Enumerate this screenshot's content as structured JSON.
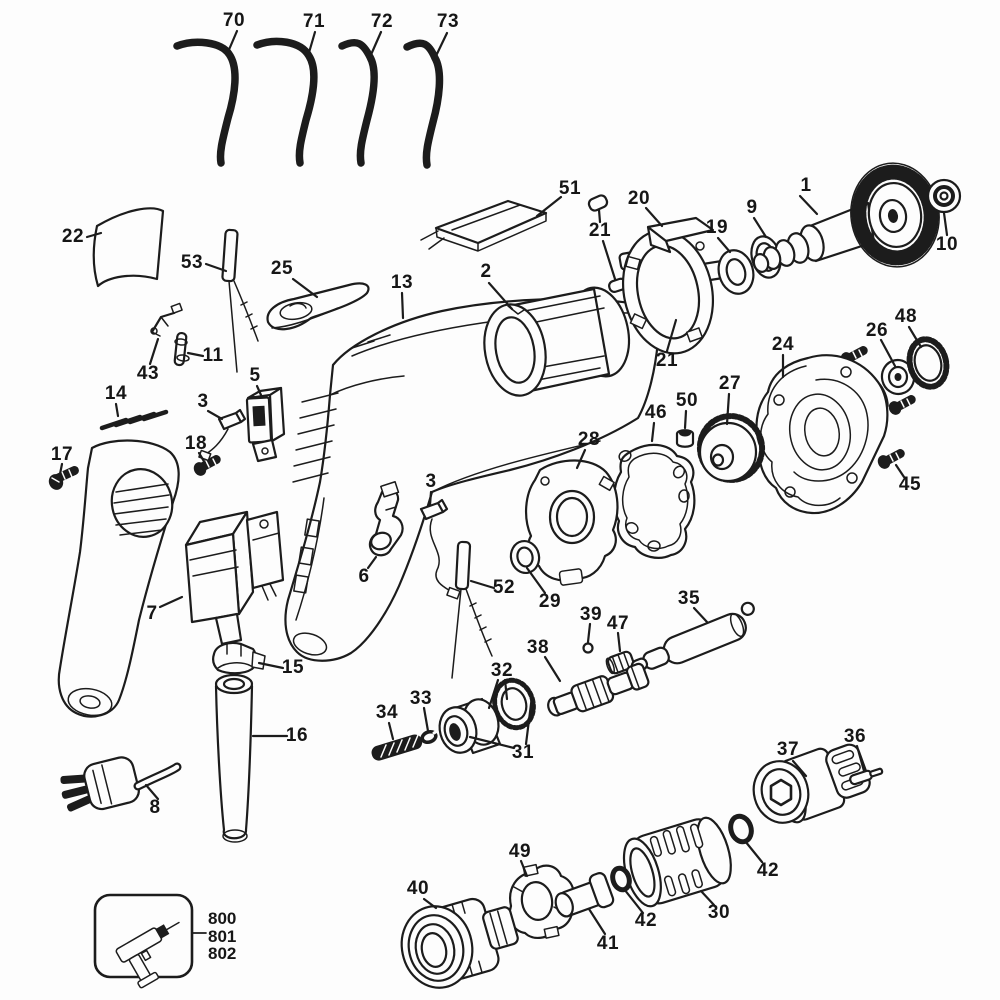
{
  "diagram": {
    "kind": "exploded-parts-diagram",
    "subject": "electric drill / screwdriver"
  },
  "callouts": {
    "c70": "70",
    "c71": "71",
    "c72": "72",
    "c73": "73",
    "c22": "22",
    "c53": "53",
    "c25": "25",
    "c13": "13",
    "c2": "2",
    "c51": "51",
    "c21a": "21",
    "c20": "20",
    "c19": "19",
    "c9": "9",
    "c1": "1",
    "c10": "10",
    "c21b": "21",
    "c26": "26",
    "c48": "48",
    "c24": "24",
    "c27": "27",
    "c50": "50",
    "c46": "46",
    "c28": "28",
    "c43": "43",
    "c11": "11",
    "c14": "14",
    "c17": "17",
    "c18": "18",
    "c3a": "3",
    "c5": "5",
    "c45": "45",
    "c29": "29",
    "c39": "39",
    "c47": "47",
    "c35": "35",
    "c38": "38",
    "c32": "32",
    "c33": "33",
    "c34": "34",
    "c31": "31",
    "c6": "6",
    "c3b": "3",
    "c52": "52",
    "c7": "7",
    "c15": "15",
    "c16": "16",
    "c8": "8",
    "c37": "37",
    "c36": "36",
    "c42a": "42",
    "c30": "30",
    "c49": "49",
    "c40": "40",
    "c41": "41",
    "c42b": "42"
  },
  "legend": {
    "items": [
      "800",
      "801",
      "802"
    ]
  }
}
